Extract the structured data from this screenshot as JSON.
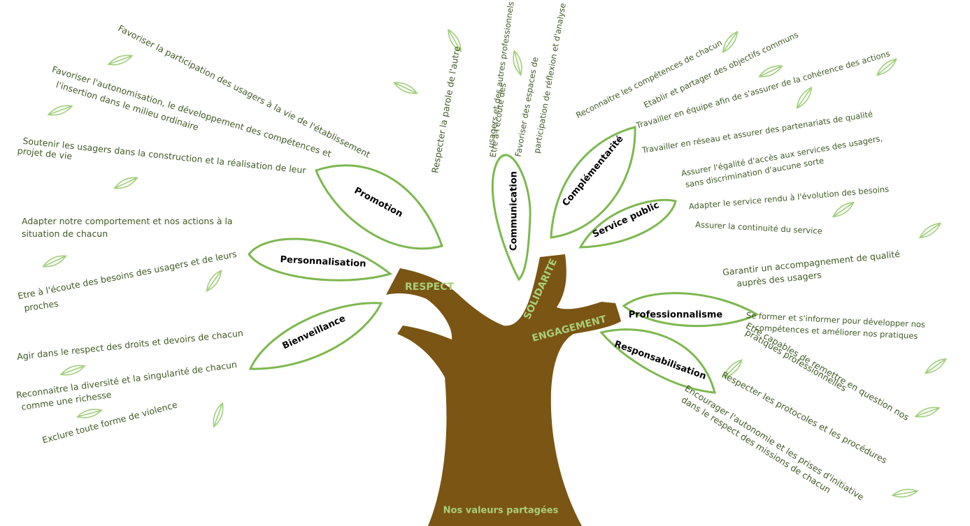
{
  "trunk_labels": {
    "respect": "RESPECT",
    "solidarite": "SOLIDARITE",
    "engagement": "ENGAGEMENT",
    "footer": "Nos valeurs partagées"
  },
  "categories": {
    "promotion": "Promotion",
    "personnalisation": "Personnalisation",
    "bienveillance": "Bienveillance",
    "communication": "Communication",
    "complementarite": "Complémentarité",
    "service_public": "Service public",
    "professionnalisme": "Professionnalisme",
    "responsabilisation": "Responsabilisation"
  },
  "promotion_items": [
    "Favoriser la participation des usagers à la vie de l'établissement",
    "Favoriser l'autonomisation, le développement des compétences et",
    "l'insertion dans le milieu ordinaire",
    "Soutenir les usagers dans la construction et la réalisation de leur",
    "projet de vie"
  ],
  "personnalisation_items": [
    "Adapter notre comportement et nos actions à la",
    "situation de chacun",
    "Etre à l'écoute des besoins des usagers et de leurs",
    "proches"
  ],
  "bienveillance_items": [
    "Agir dans le respect des droits et devoirs de chacun",
    "Reconnaitre la diversité et la singularité de chacun",
    "comme une richesse",
    "Exclure toute forme de violence"
  ],
  "communication_items": [
    "Respecter  la parole de l'autre",
    "Etre à l'écoute des",
    "usagers et des autres professionnels",
    "Favoriser des espaces de",
    "participation de réflexion et d'analyse"
  ],
  "complementarite_items": [
    "Reconnaitre les compétences de chacun",
    "Etablir et partager des objectifs communs",
    "Travailler en équipe afin de s'assurer de la cohérence des actions",
    "Travailler en réseau et assurer des partenariats de qualité"
  ],
  "service_public_items": [
    "Assurer l'égalité d'accès aux services des usagers,",
    "sans discrimination d'aucune sorte",
    "Adapter le service rendu à l'évolution des besoins",
    "Assurer la continuité du service"
  ],
  "professionnalisme_items": [
    "Garantir un accompagnement de qualité",
    "auprès des usagers",
    "Se former et s'informer pour développer nos",
    "compétences et améliorer nos pratiques"
  ],
  "responsabilisation_items": [
    "Etre capables de remettre en question nos",
    "pratiques professionnelles",
    "Respecter les protocoles et les procédures",
    "Encourager l'autonomie et les prises d'initiative",
    "dans le respect des missions de chacun"
  ],
  "colors": {
    "trunk": "#7a5513",
    "leaf_outline": "#7db84f",
    "trunk_text": "#a8cf7a",
    "item_text": "#3f5a23",
    "category_text": "#000000"
  }
}
